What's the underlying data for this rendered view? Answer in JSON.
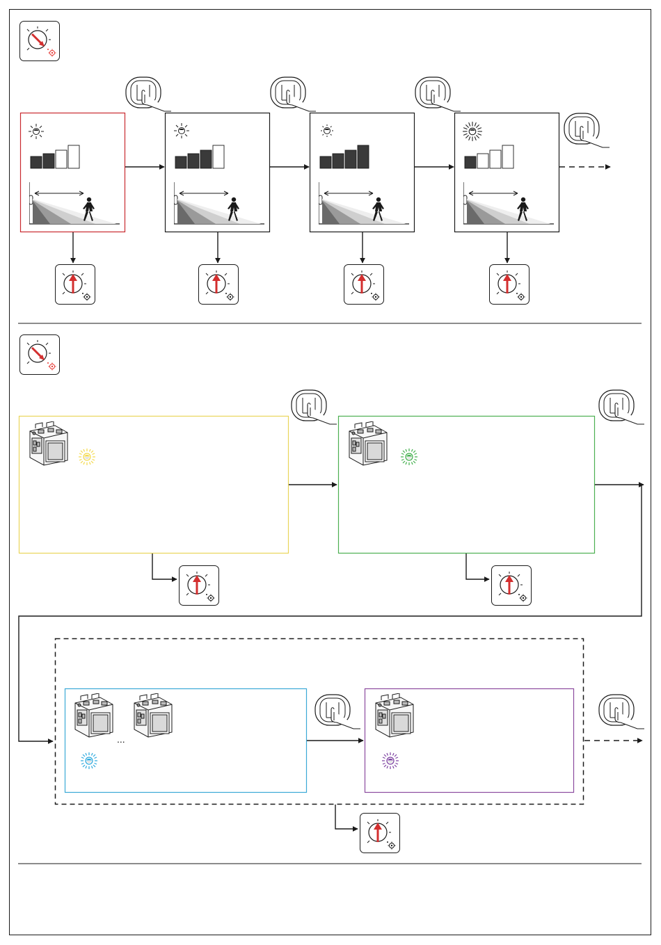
{
  "colors": {
    "line": "#1a1a1a",
    "step1_frame": "#c8282e",
    "dial_red": "#d32f2f",
    "gear_red": "#e53935",
    "yellow": "#f3d94a",
    "yellow_frame": "#e9d55a",
    "green": "#3fae49",
    "green_frame": "#4caf50",
    "cyan": "#29a8dd",
    "cyan_frame": "#3aa9d6",
    "purple": "#7b3fa0",
    "purple_frame": "#8b4a9e"
  },
  "icons": {
    "rotary_switch": "rotary-switch-icon",
    "push_button": "push-button-press-icon",
    "led": "led-indicator-icon",
    "sensitivity": "sensitivity-bar-icon",
    "range": "detection-range-icon",
    "device": "wall-switch-mechanism-icon"
  },
  "section1": {
    "steps": [
      {
        "bars_filled": 2,
        "bars_total": 4,
        "led_rays": "normal",
        "frame": "red"
      },
      {
        "bars_filled": 3,
        "bars_total": 4,
        "led_rays": "normal",
        "frame": "black"
      },
      {
        "bars_filled": 4,
        "bars_total": 4,
        "led_rays": "short",
        "frame": "black"
      },
      {
        "bars_filled": 1,
        "bars_total": 4,
        "led_rays": "double",
        "frame": "black"
      }
    ]
  },
  "section2": {
    "modes": [
      {
        "led_color": "yellow",
        "device_count": 1
      },
      {
        "led_color": "green",
        "device_count": 1
      },
      {
        "led_color": "cyan",
        "device_count": 2
      },
      {
        "led_color": "purple",
        "device_count": 1
      }
    ],
    "ellipsis": "..."
  }
}
